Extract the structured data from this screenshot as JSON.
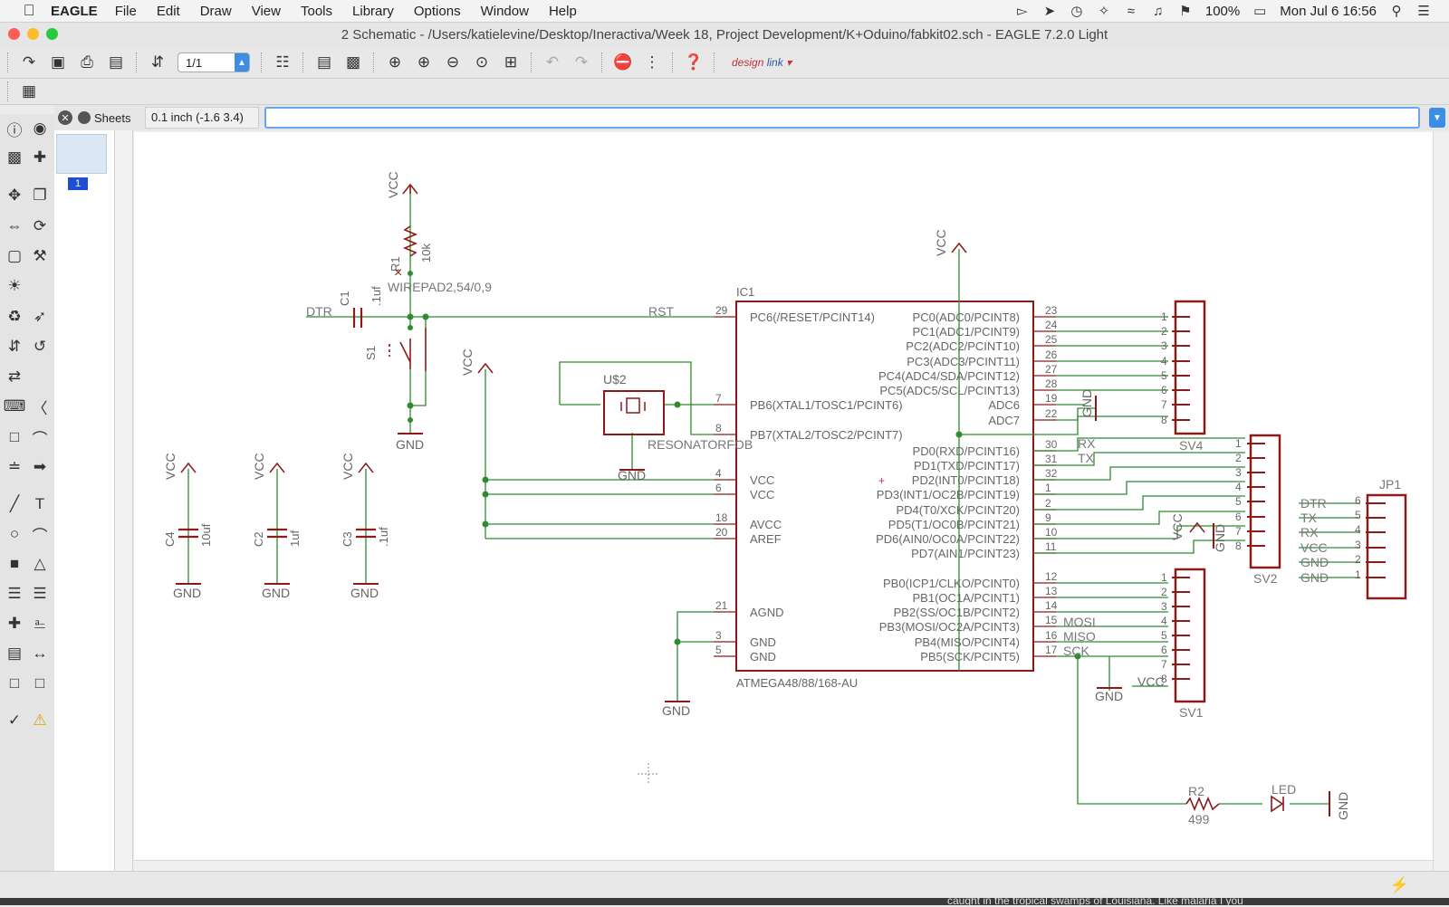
{
  "menubar": {
    "app": "EAGLE",
    "items": [
      "File",
      "Edit",
      "Draw",
      "View",
      "Tools",
      "Library",
      "Options",
      "Window",
      "Help"
    ],
    "battery": "100%",
    "datetime": "Mon Jul 6  16:56"
  },
  "window": {
    "title": "2 Schematic - /Users/katielevine/Desktop/Ineractiva/Week 18, Project Development/K+Oduino/fabkit02.sch - EAGLE 7.2.0 Light"
  },
  "toolbar": {
    "sheet_value": "1/1",
    "designlink_a": "design",
    "designlink_b": "link"
  },
  "cmdrow": {
    "sheets_label": "Sheets",
    "coordinates": "0.1 inch (-1.6 3.4)",
    "command_value": ""
  },
  "sheets": {
    "number": "1"
  },
  "schematic": {
    "ic": {
      "name": "IC1",
      "value": "ATMEGA48/88/168-AU",
      "left_pins": [
        {
          "num": "29",
          "label": "PC6(/RESET/PCINT14)"
        },
        {
          "num": "7",
          "label": "PB6(XTAL1/TOSC1/PCINT6)"
        },
        {
          "num": "8",
          "label": "PB7(XTAL2/TOSC2/PCINT7)"
        },
        {
          "num": "4",
          "label": "VCC"
        },
        {
          "num": "6",
          "label": "VCC"
        },
        {
          "num": "18",
          "label": "AVCC"
        },
        {
          "num": "20",
          "label": "AREF"
        },
        {
          "num": "21",
          "label": "AGND"
        },
        {
          "num": "3",
          "label": "GND"
        },
        {
          "num": "5",
          "label": "GND"
        }
      ],
      "right_pins": [
        {
          "num": "23",
          "label": "PC0(ADC0/PCINT8)"
        },
        {
          "num": "24",
          "label": "PC1(ADC1/PCINT9)"
        },
        {
          "num": "25",
          "label": "PC2(ADC2/PCINT10)"
        },
        {
          "num": "26",
          "label": "PC3(ADC3/PCINT11)"
        },
        {
          "num": "27",
          "label": "PC4(ADC4/SDA/PCINT12)"
        },
        {
          "num": "28",
          "label": "PC5(ADC5/SCL/PCINT13)"
        },
        {
          "num": "19",
          "label": "ADC6"
        },
        {
          "num": "22",
          "label": "ADC7"
        },
        {
          "num": "30",
          "label": "PD0(RXD/PCINT16)"
        },
        {
          "num": "31",
          "label": "PD1(TXD/PCINT17)"
        },
        {
          "num": "32",
          "label": "PD2(INT0/PCINT18)"
        },
        {
          "num": "1",
          "label": "PD3(INT1/OC2B/PCINT19)"
        },
        {
          "num": "2",
          "label": "PD4(T0/XCK/PCINT20)"
        },
        {
          "num": "9",
          "label": "PD5(T1/OC0B/PCINT21)"
        },
        {
          "num": "10",
          "label": "PD6(AIN0/OC0A/PCINT22)"
        },
        {
          "num": "11",
          "label": "PD7(AIN1/PCINT23)"
        },
        {
          "num": "12",
          "label": "PB0(ICP1/CLKO/PCINT0)"
        },
        {
          "num": "13",
          "label": "PB1(OC1A/PCINT1)"
        },
        {
          "num": "14",
          "label": "PB2(SS/OC1B/PCINT2)"
        },
        {
          "num": "15",
          "label": "PB3(MOSI/OC2A/PCINT3)"
        },
        {
          "num": "16",
          "label": "PB4(MISO/PCINT4)"
        },
        {
          "num": "17",
          "label": "PB5(SCK/PCINT5)"
        }
      ]
    },
    "net_labels": {
      "rst": "RST",
      "dtr": "DTR",
      "rx": "RX",
      "tx": "TX",
      "mosi": "MOSI",
      "miso": "MISO",
      "sck": "SCK"
    },
    "supply": {
      "vcc": "VCC",
      "gnd": "GND"
    },
    "parts": {
      "r1_name": "R1",
      "r1_value": "10k",
      "c1_name": "C1",
      "c1_value": ".1uf",
      "s1_name": "S1",
      "wirepad": "WIREPAD2,54/0,9",
      "u2_name": "U$2",
      "u2_value": "RESONATORFOB",
      "c4_name": "C4",
      "c4_value": "10uf",
      "c2_name": "C2",
      "c2_value": "1uf",
      "c3_name": "C3",
      "c3_value": ".1uf",
      "r2_name": "R2",
      "r2_value": "499",
      "led_name": "LED"
    },
    "headers": {
      "sv4": "SV4",
      "sv2": "SV2",
      "sv1": "SV1",
      "jp1": "JP1",
      "jp1_labels": [
        "DTR",
        "TX",
        "RX",
        "VCC",
        "GND",
        "GND"
      ],
      "jp1_nums": [
        "6",
        "5",
        "4",
        "3",
        "2",
        "1"
      ]
    }
  },
  "bottom_fragment": "caught in the tropical swamps of Louisiana. Like malaria I you"
}
